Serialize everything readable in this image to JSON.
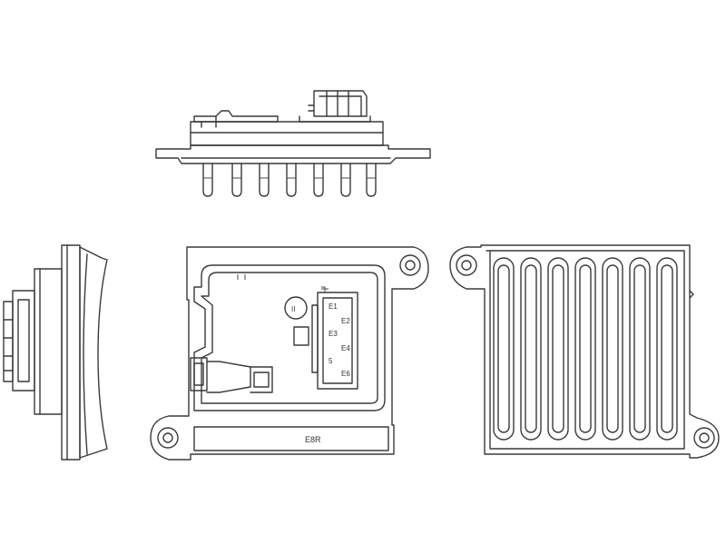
{
  "connector_pins": [
    {
      "label": "E1"
    },
    {
      "label": "E2"
    },
    {
      "label": "E3"
    },
    {
      "label": "E4"
    },
    {
      "label": "5"
    },
    {
      "label": "E6"
    }
  ],
  "housing_marking": "E8R",
  "circle_marking": "II"
}
